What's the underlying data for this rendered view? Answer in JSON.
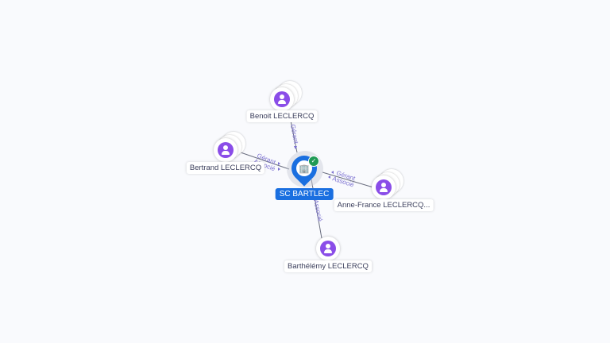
{
  "company": {
    "name": "SC BARTLEC",
    "verified_icon": "check-icon",
    "icon": "building-icon",
    "color": "#1a6fe0"
  },
  "people": [
    {
      "name": "Benoit LECLERCQ",
      "roles": [
        "Gérant"
      ]
    },
    {
      "name": "Bertrand LECLERCQ",
      "roles": [
        "Gérant",
        "Associé"
      ]
    },
    {
      "name": "Anne-France LECLERCQ...",
      "roles": [
        "Gérant",
        "Associé"
      ]
    },
    {
      "name": "Barthélémy LECLERCQ",
      "roles": [
        "Associé"
      ]
    }
  ]
}
